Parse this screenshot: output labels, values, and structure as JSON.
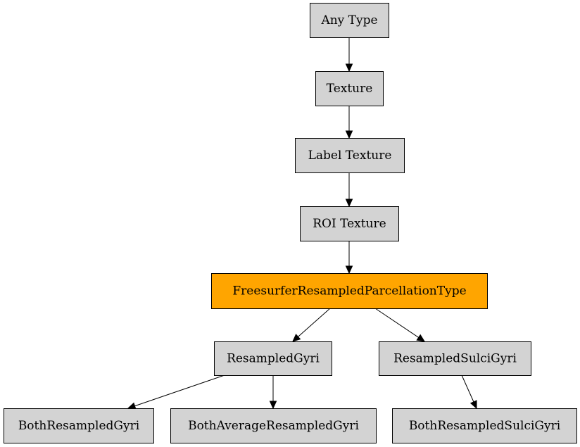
{
  "diagram": {
    "nodes": [
      {
        "id": "any-type",
        "label": "Any Type",
        "fill": "#d3d3d3",
        "highlight": false
      },
      {
        "id": "texture",
        "label": "Texture",
        "fill": "#d3d3d3",
        "highlight": false
      },
      {
        "id": "label-texture",
        "label": "Label Texture",
        "fill": "#d3d3d3",
        "highlight": false
      },
      {
        "id": "roi-texture",
        "label": "ROI Texture",
        "fill": "#d3d3d3",
        "highlight": false
      },
      {
        "id": "freesurfer-resampled-parcellation-type",
        "label": "FreesurferResampledParcellationType",
        "fill": "#ffa500",
        "highlight": true
      },
      {
        "id": "resampled-gyri",
        "label": "ResampledGyri",
        "fill": "#d3d3d3",
        "highlight": false
      },
      {
        "id": "resampled-sulci-gyri",
        "label": "ResampledSulciGyri",
        "fill": "#d3d3d3",
        "highlight": false
      },
      {
        "id": "both-resampled-gyri",
        "label": "BothResampledGyri",
        "fill": "#d3d3d3",
        "highlight": false
      },
      {
        "id": "both-average-resampled-gyri",
        "label": "BothAverageResampledGyri",
        "fill": "#d3d3d3",
        "highlight": false
      },
      {
        "id": "both-resampled-sulci-gyri",
        "label": "BothResampledSulciGyri",
        "fill": "#d3d3d3",
        "highlight": false
      }
    ],
    "edges": [
      {
        "from": "any-type",
        "to": "texture"
      },
      {
        "from": "texture",
        "to": "label-texture"
      },
      {
        "from": "label-texture",
        "to": "roi-texture"
      },
      {
        "from": "roi-texture",
        "to": "freesurfer-resampled-parcellation-type"
      },
      {
        "from": "freesurfer-resampled-parcellation-type",
        "to": "resampled-gyri"
      },
      {
        "from": "freesurfer-resampled-parcellation-type",
        "to": "resampled-sulci-gyri"
      },
      {
        "from": "resampled-gyri",
        "to": "both-resampled-gyri"
      },
      {
        "from": "resampled-gyri",
        "to": "both-average-resampled-gyri"
      },
      {
        "from": "resampled-sulci-gyri",
        "to": "both-resampled-sulci-gyri"
      }
    ]
  }
}
